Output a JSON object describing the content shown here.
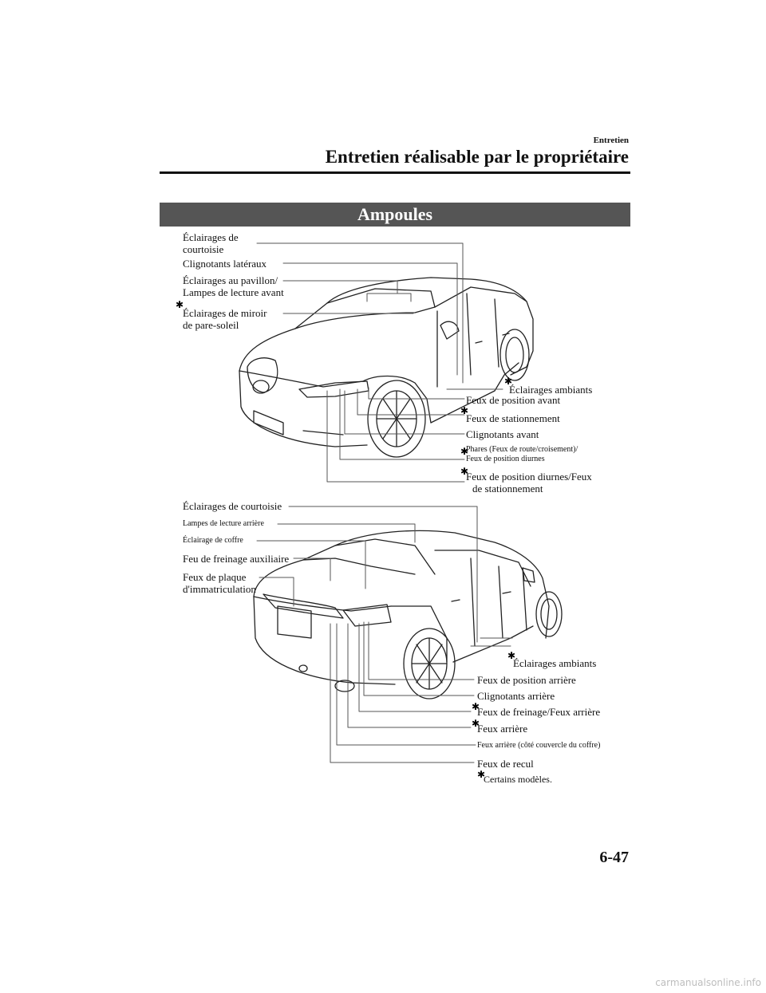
{
  "header": {
    "section": "Entretien",
    "title": "Entretien réalisable par le propriétaire"
  },
  "banner": "Ampoules",
  "front_labels": {
    "courtesy_1": "Éclairages de",
    "courtesy_2": "courtoisie",
    "side_turn": "Clignotants latéraux",
    "overhead_1": "Éclairages au pavillon/",
    "overhead_2": "Lampes de lecture avant",
    "vanity_1": "Éclairages de miroir",
    "vanity_2": "de pare-soleil",
    "ambient": "Éclairages ambiants",
    "front_position": "Feux de position avant",
    "parking": "Feux de stationnement",
    "front_turn": "Clignotants avant",
    "headlights_1": "Phares (Feux de route/croisement)/",
    "headlights_2": "Feux de position diurnes",
    "drl_1": "Feux de position diurnes/Feux",
    "drl_2": "de stationnement"
  },
  "rear_labels": {
    "courtesy": "Éclairages de courtoisie",
    "rear_reading": "Lampes de lecture arrière",
    "trunk": "Éclairage de coffre",
    "high_brake": "Feu de freinage auxiliaire",
    "plate_1": "Feux de plaque",
    "plate_2": "d'immatriculation",
    "ambient": "Éclairages ambiants",
    "rear_position": "Feux de position arrière",
    "rear_turn": "Clignotants arrière",
    "brake_tail": "Feux de freinage/Feux arrière",
    "tail": "Feux arrière",
    "tail_lid": "Feux arrière (côté couvercle du coffre)",
    "reverse": "Feux de recul"
  },
  "footnote": "Certains modèles.",
  "page_number": "6-47",
  "watermark": "carmanualsonline.info"
}
